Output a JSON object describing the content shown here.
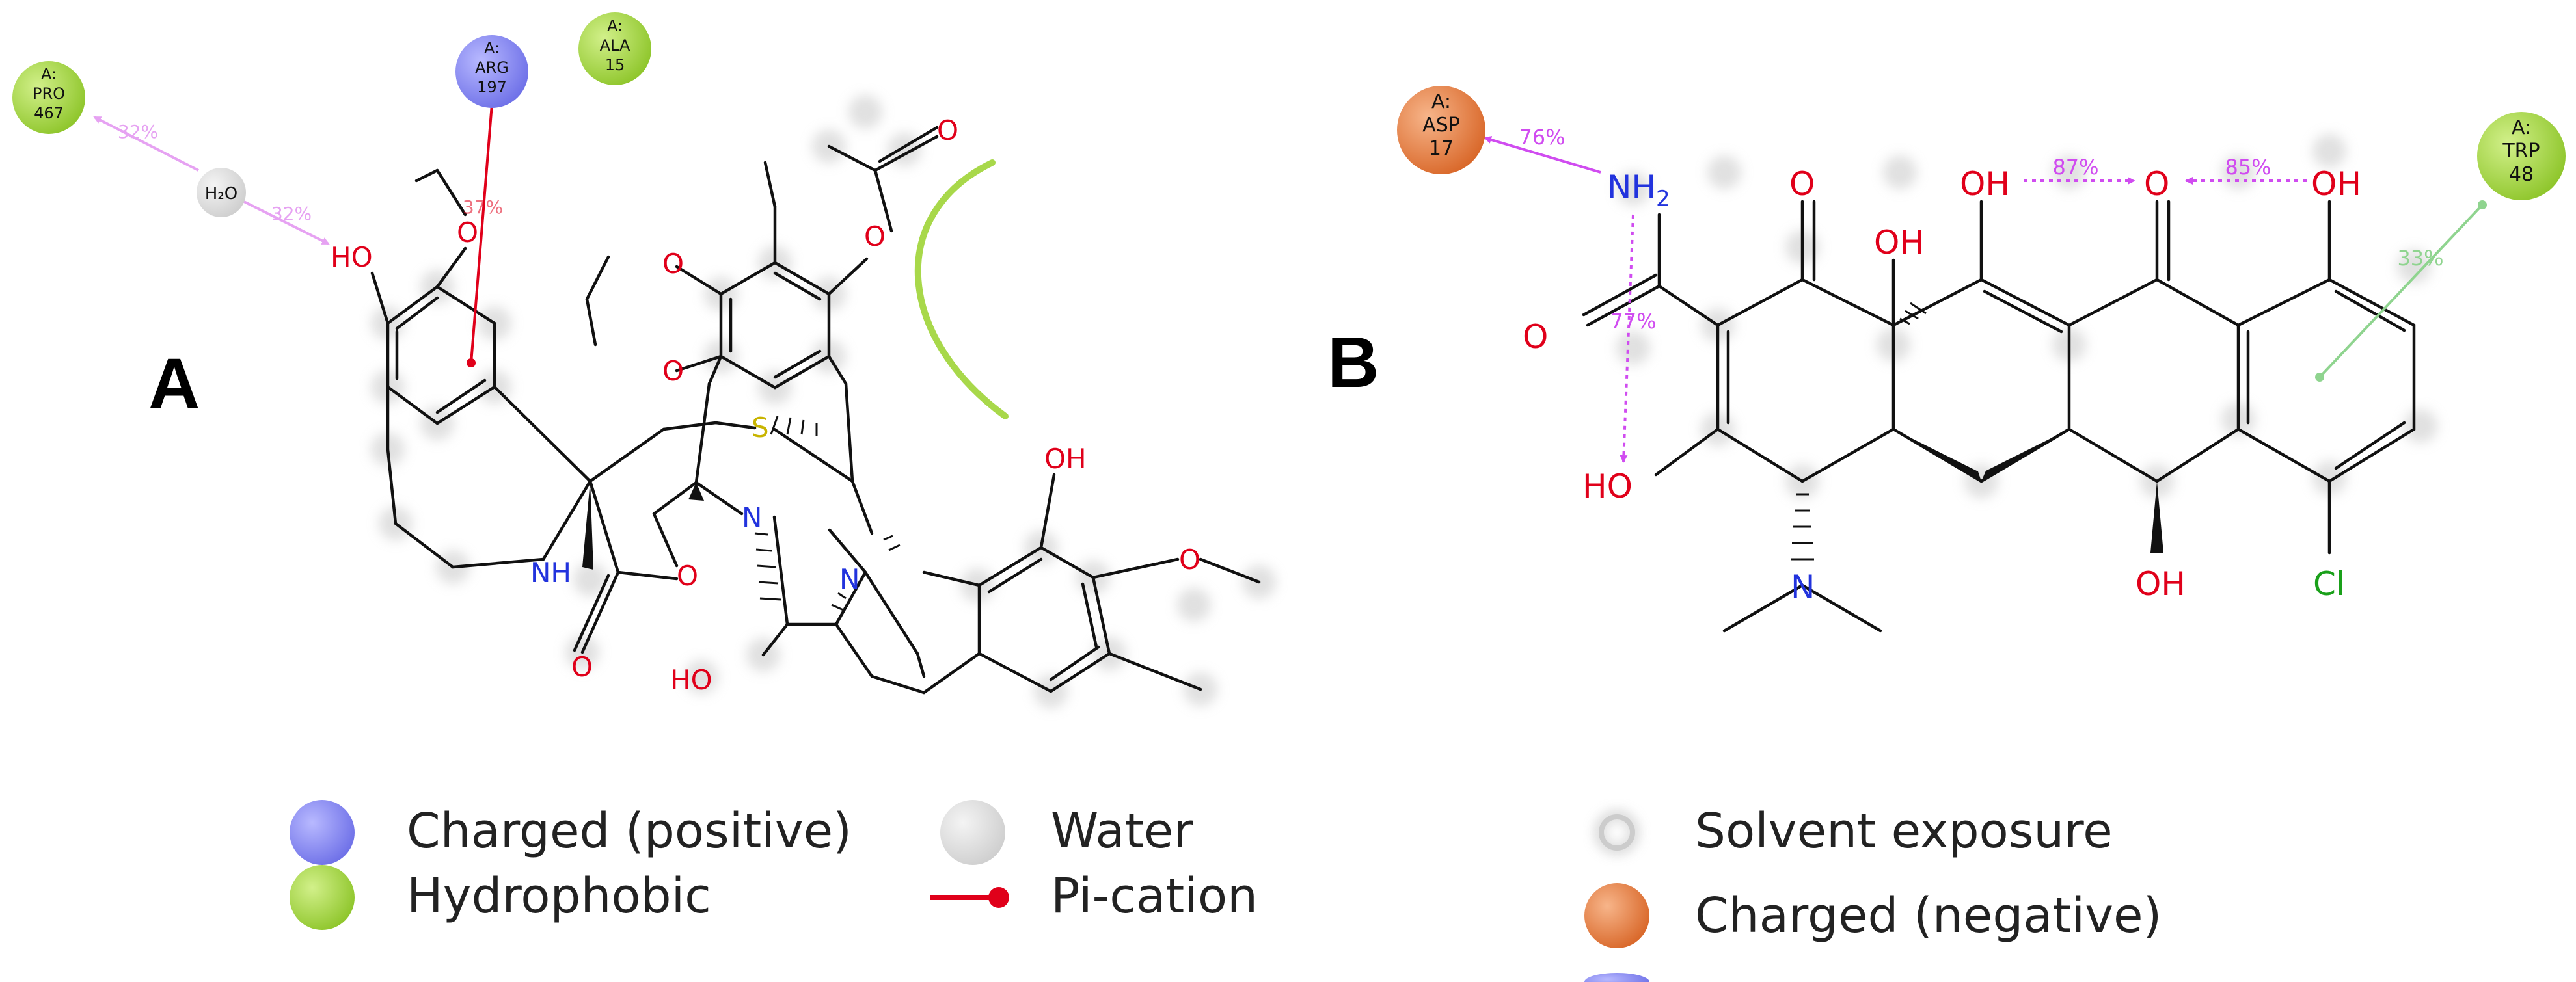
{
  "panel_a": {
    "label": "A",
    "residues": [
      {
        "line1": "A:",
        "line2": "PRO",
        "line3": "467",
        "color": "#a8d84a"
      },
      {
        "line1": "A:",
        "line2": "ARG",
        "line3": "197",
        "color": "#8a8cf0"
      },
      {
        "line1": "A:",
        "line2": "ALA",
        "line3": "15",
        "color": "#a8d84a"
      }
    ],
    "water": "H₂O",
    "interactions": [
      {
        "pct": "32%"
      },
      {
        "pct": "32%"
      },
      {
        "pct": "37%"
      }
    ],
    "atoms": {
      "ho_top": "HO",
      "o_methoxy": "O",
      "nh": "NH",
      "o_carbonyl": "O",
      "o_lactone": "O",
      "s": "S",
      "n1": "N",
      "n2": "N",
      "ho_bottom": "HO",
      "oh_right": "OH",
      "o_methoxy_right": "O",
      "o_diox1": "O",
      "o_diox2": "O",
      "o_acetyl1": "O",
      "o_acetyl2": "O"
    }
  },
  "panel_b": {
    "label": "B",
    "residues": [
      {
        "line1": "A:",
        "line2": "ASP",
        "line3": "17",
        "color": "#e6823c"
      },
      {
        "line1": "A:",
        "line2": "TRP",
        "line3": "48",
        "color": "#a8d84a"
      }
    ],
    "interactions": [
      {
        "pct": "76%"
      },
      {
        "pct": "77%"
      },
      {
        "pct": "87%"
      },
      {
        "pct": "85%"
      },
      {
        "pct": "33%"
      }
    ],
    "atoms": {
      "nh2": "NH",
      "nh2_sub": "2",
      "o_amide": "O",
      "ho_left": "HO",
      "o_keto1": "O",
      "oh_mid1": "OH",
      "oh_mid2": "OH",
      "o_keto2": "O",
      "oh_right": "OH",
      "n_dimethyl": "N",
      "oh_bottom": "OH",
      "cl": "Cl"
    }
  },
  "legend": {
    "left": [
      {
        "label": "Charged (positive)",
        "color": "#8a8cf0"
      },
      {
        "label": "Hydrophobic",
        "color": "#a8d84a"
      },
      {
        "label": "Water",
        "color": "#e0e0e0"
      },
      {
        "label": "Pi-cation",
        "color": "#e0001a"
      }
    ],
    "right": [
      {
        "label": "Solvent exposure",
        "color": "#cccccc"
      },
      {
        "label": "Charged (negative)",
        "color": "#e6823c"
      }
    ]
  }
}
